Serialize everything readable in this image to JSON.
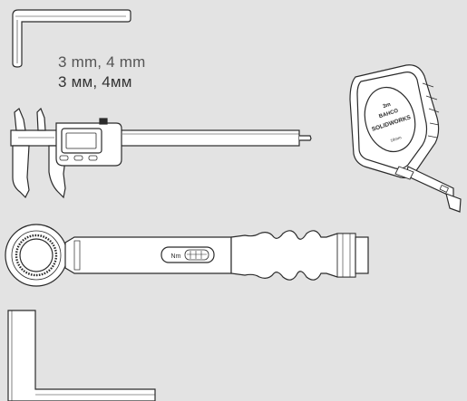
{
  "hex_key": {
    "size_en": "3 mm, 4 mm",
    "size_ru": "3 мм, 4мм"
  },
  "tape_measure": {
    "brand": "BAHCO",
    "model": "SOLIDWORKS",
    "length": "3m",
    "width_mark": "16mm"
  },
  "torque_wrench": {
    "unit_label": "Nm"
  },
  "colors": {
    "background": "#e3e3e3",
    "line": "#2b2b2b",
    "fill": "#ffffff"
  }
}
